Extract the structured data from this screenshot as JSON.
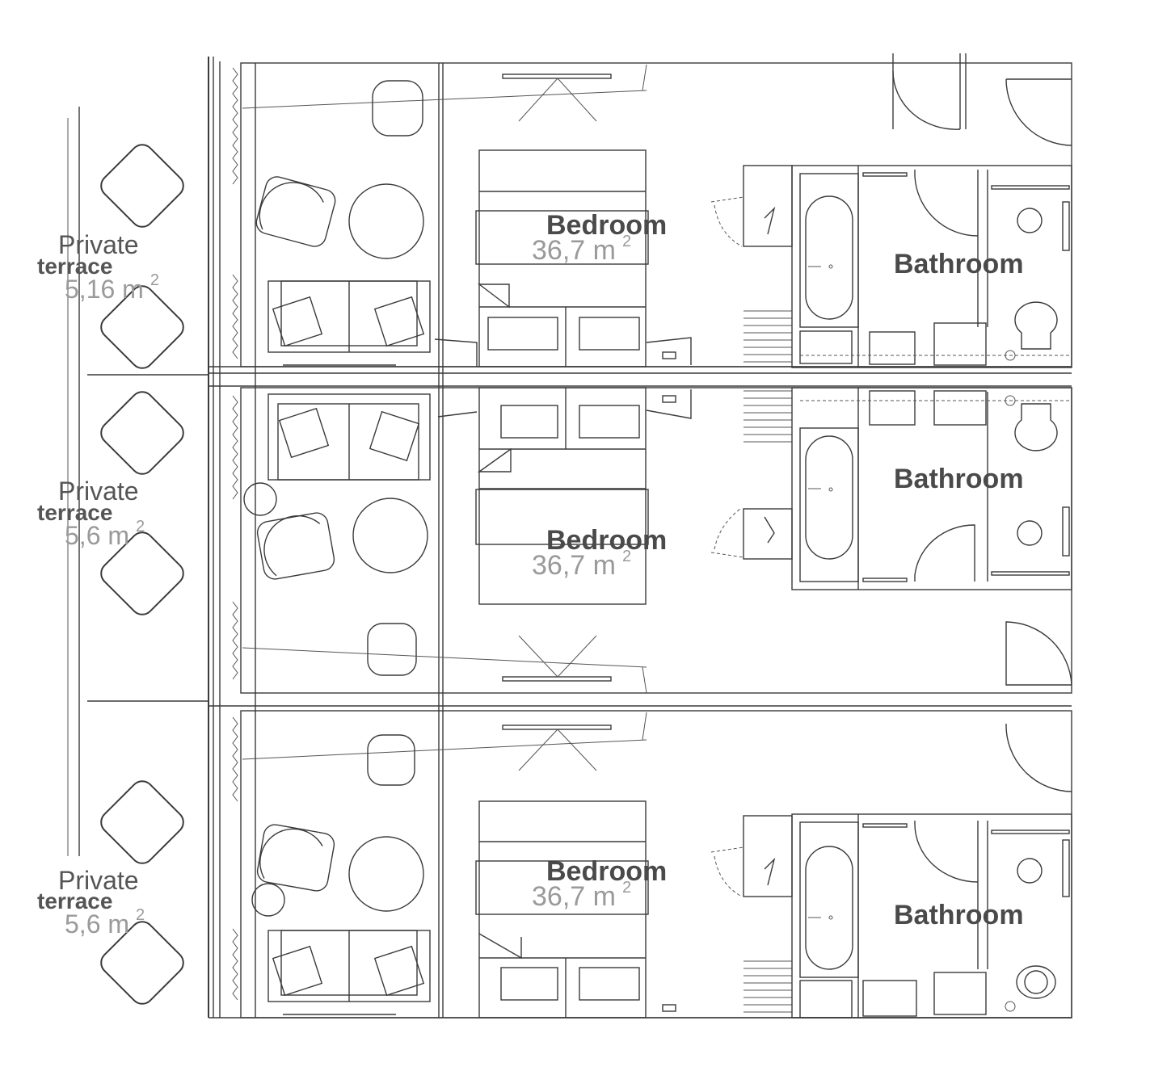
{
  "units": [
    {
      "bedroom": {
        "label": "Bedroom",
        "area": "36,7 m",
        "area_sup": "2"
      },
      "bathroom": {
        "label": "Bathroom"
      },
      "terrace": {
        "line1": "Private",
        "line2": "terrace",
        "area": "5,16 m",
        "area_sup": "2"
      }
    },
    {
      "bedroom": {
        "label": "Bedroom",
        "area": "36,7 m",
        "area_sup": "2"
      },
      "bathroom": {
        "label": "Bathroom"
      },
      "terrace": {
        "line1": "Private",
        "line2": "terrace",
        "area": "5,6 m",
        "area_sup": "2"
      }
    },
    {
      "bedroom": {
        "label": "Bedroom",
        "area": "36,7 m",
        "area_sup": "2"
      },
      "bathroom": {
        "label": "Bathroom"
      },
      "terrace": {
        "line1": "Private",
        "line2": "terrace",
        "area": "5,6 m",
        "area_sup": "2"
      }
    }
  ]
}
